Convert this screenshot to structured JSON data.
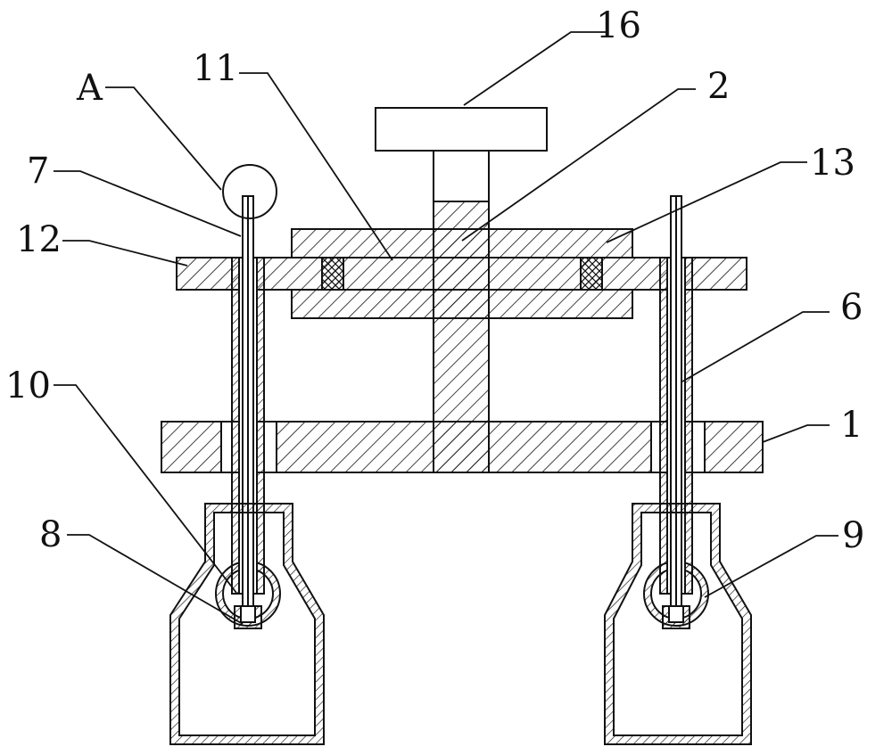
{
  "labels": {
    "l16": "16",
    "l11": "11",
    "l2": "2",
    "lA": "A",
    "l7": "7",
    "l13": "13",
    "l12": "12",
    "l6": "6",
    "l10": "10",
    "l1": "1",
    "l8": "8",
    "l9": "9"
  },
  "colors": {
    "line": "#111111",
    "background": "#ffffff"
  }
}
